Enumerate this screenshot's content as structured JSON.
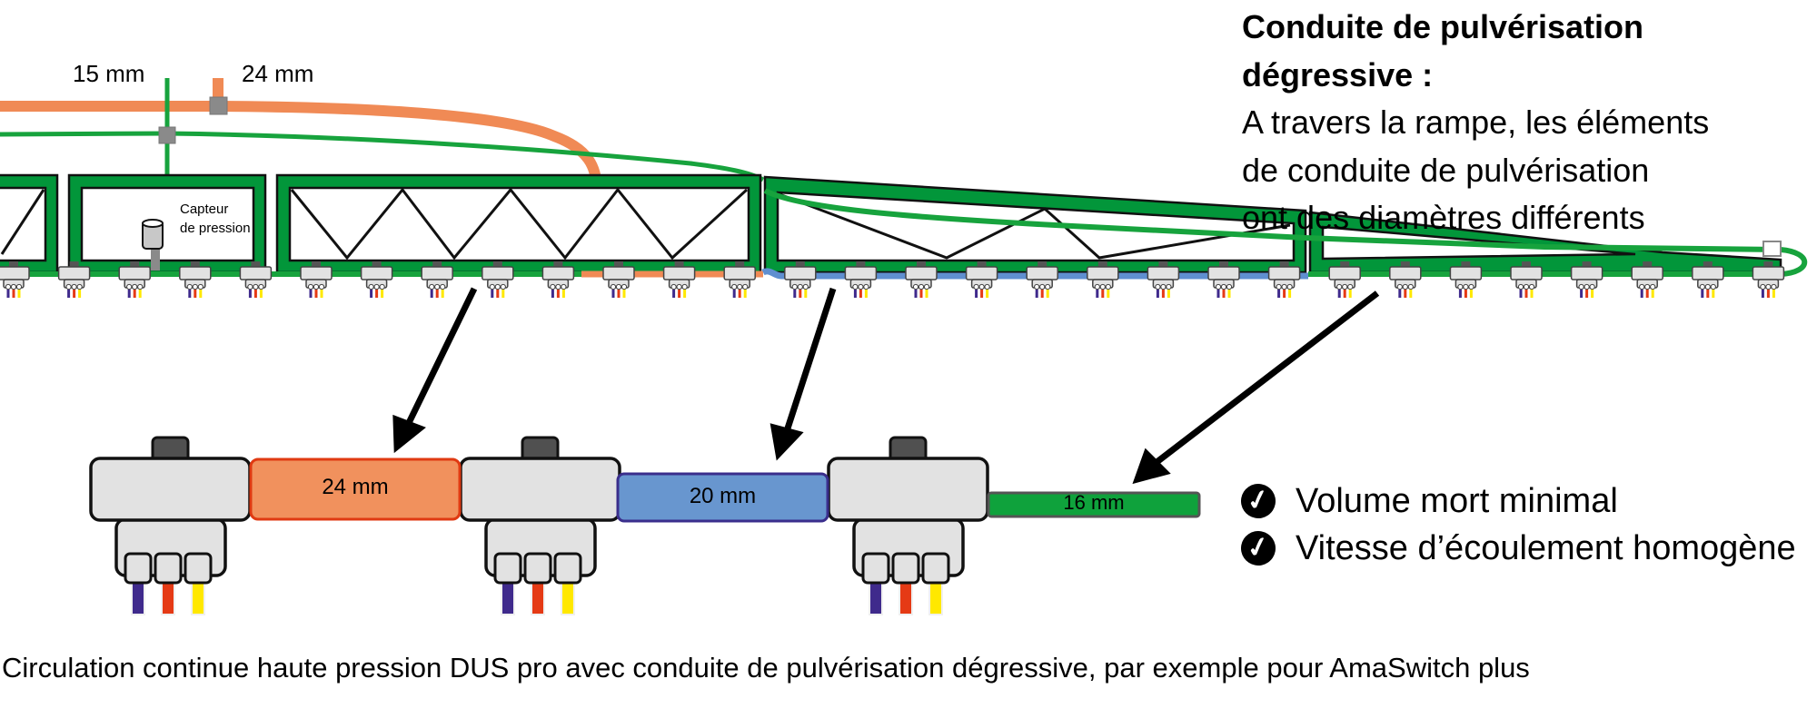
{
  "top_labels": {
    "branch_small": "15 mm",
    "branch_large": "24 mm",
    "sensor_line1": "Capteur",
    "sensor_line2": "de pression"
  },
  "title_block": {
    "heading": "Conduite de pulvérisation dégressive :",
    "lines": [
      "A travers la rampe, les éléments",
      "de conduite de pulvérisation",
      "ont des diamètres différents"
    ]
  },
  "detail_pipes": [
    {
      "label": "24 mm",
      "color": "#F1915D",
      "border": "#E03A12"
    },
    {
      "label": "20 mm",
      "color": "#6896CF",
      "border": "#3A2E8C"
    },
    {
      "label": "16 mm",
      "color": "#0FA23C",
      "border": "#555555"
    }
  ],
  "benefits": [
    {
      "icon": "check-circle-icon",
      "text": "Volume mort minimal"
    },
    {
      "icon": "check-circle-icon",
      "text": "Vitesse d’écoulement homogène"
    }
  ],
  "caption": "Circulation continue haute pression DUS pro avec conduite de pulvérisation dégressive, par exemple pour AmaSwitch plus",
  "colors": {
    "boom_green": "#02963A",
    "pipe_green": "#17A33D",
    "pipe_orange": "#F08A55",
    "pipe_blue": "#5F8FD0",
    "wire_purple": "#3F2A8C",
    "wire_red": "#E53A15",
    "wire_yellow": "#FFE800",
    "nozzle_body": "#E2E2E2",
    "junction_gray": "#8A8A8A"
  },
  "boom": {
    "nozzle_count": 30
  }
}
